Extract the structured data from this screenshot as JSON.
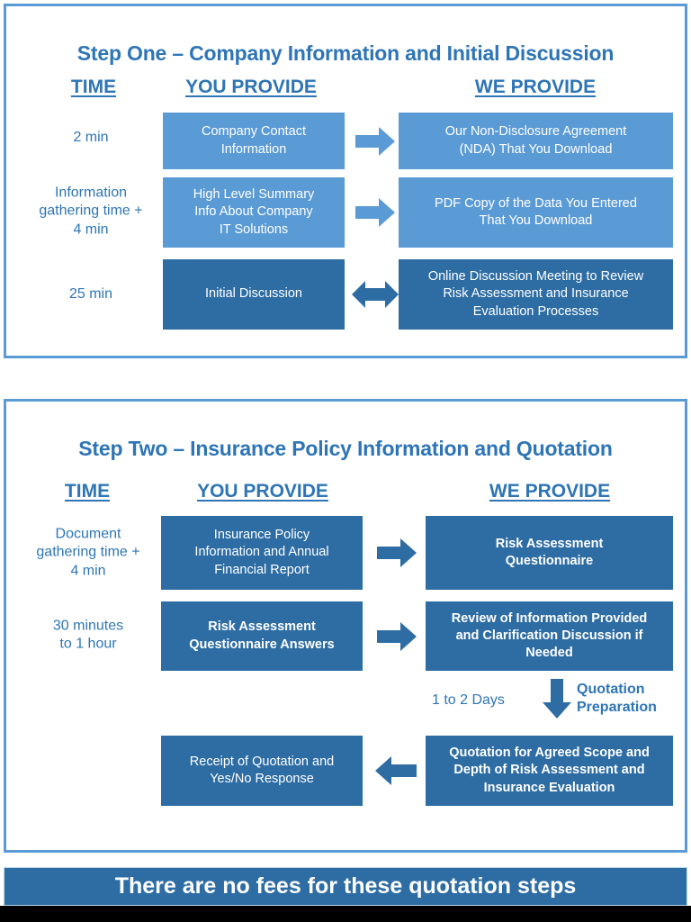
{
  "theme": {
    "accent_blue": "#2e75b6",
    "light_box_blue": "#5b9bd5",
    "dark_box_blue": "#2e6da4",
    "panel_border": "#5b9bd5",
    "banner_bg": "#2e6da4",
    "text_on_box": "#ffffff"
  },
  "step_one": {
    "title": "Step One – Company Information and Initial Discussion",
    "columns": {
      "time": "TIME",
      "you_provide": "YOU PROVIDE",
      "we_provide": "WE PROVIDE"
    },
    "rows": [
      {
        "time": "2 min",
        "you_provide": "Company Contact\nInformation",
        "we_provide": "Our Non-Disclosure Agreement\n(NDA) That You Download",
        "arrow": "arrow-right-icon",
        "style": "light"
      },
      {
        "time": "Information\ngathering time +\n4 min",
        "you_provide": "High Level Summary\nInfo About Company\nIT Solutions",
        "we_provide": "PDF Copy of the Data You Entered\nThat You Download",
        "arrow": "arrow-right-icon",
        "style": "light"
      },
      {
        "time": "25 min",
        "you_provide": "Initial Discussion",
        "we_provide": "Online Discussion Meeting to Review\nRisk Assessment and Insurance\nEvaluation Processes",
        "arrow": "arrow-left-right-icon",
        "style": "dark"
      }
    ]
  },
  "step_two": {
    "title": "Step Two – Insurance Policy Information and Quotation",
    "columns": {
      "time": "TIME",
      "you_provide": "YOU PROVIDE",
      "we_provide": "WE PROVIDE"
    },
    "rows": [
      {
        "time": "Document\ngathering time +\n4 min",
        "you_provide": "Insurance Policy\nInformation and Annual\nFinancial Report",
        "we_provide": "Risk Assessment\nQuestionnaire",
        "arrow": "arrow-right-icon",
        "style": "dark"
      },
      {
        "time": "30 minutes\nto 1 hour",
        "you_provide": "Risk Assessment\nQuestionnaire Answers",
        "we_provide": "Review of Information Provided\nand Clarification Discussion if\nNeeded",
        "arrow": "arrow-right-icon",
        "style": "dark"
      },
      {
        "time": "",
        "you_provide": "Receipt of Quotation and\nYes/No Response",
        "we_provide": "Quotation for Agreed Scope and\nDepth of Risk Assessment and\nInsurance Evaluation",
        "arrow": "arrow-left-icon",
        "style": "dark"
      }
    ],
    "transition": {
      "duration": "1 to 2 Days",
      "activity": "Quotation\nPreparation",
      "arrow": "arrow-down-icon"
    }
  },
  "footer": {
    "banner_text": "There are no fees for these quotation steps"
  }
}
